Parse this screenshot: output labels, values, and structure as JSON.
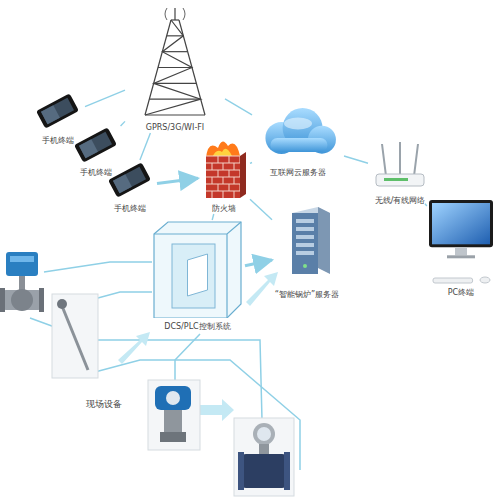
{
  "diagram": {
    "nodes": [
      {
        "text": [
          "手机终端"
        ]
      },
      {
        "text": [
          "手机终端"
        ]
      },
      {
        "text": [
          "手机终端"
        ]
      },
      {
        "text": [
          "GPRS/3G/WI-FI"
        ]
      },
      {
        "text": [
          "防火墙"
        ]
      },
      {
        "text": [
          "互联网云服务器"
        ]
      },
      {
        "text": [
          "无线/有线网络"
        ]
      },
      {
        "text": [
          "“智能锅炉”服务器"
        ]
      },
      {
        "text": [
          "PC终端"
        ]
      },
      {
        "text": [
          "DCS/PLC控制系统"
        ]
      }
    ],
    "edges": [
      {
        "from": 0,
        "to": 3,
        "arrow": "none"
      },
      {
        "from": 1,
        "to": 3,
        "arrow": "none"
      },
      {
        "from": 2,
        "to": 3,
        "arrow": "none"
      },
      {
        "from": 3,
        "to": 5,
        "arrow": "none"
      },
      {
        "from": 5,
        "to": 6,
        "arrow": "none"
      },
      {
        "from": 6,
        "to": 8,
        "arrow": "none"
      },
      {
        "from": 4,
        "to": 5,
        "arrow": "none"
      },
      {
        "from": 4,
        "to": 7,
        "arrow": "none"
      },
      {
        "from": 4,
        "to": 9,
        "arrow": "none"
      },
      {
        "from": 9,
        "to": 7,
        "arrow": "to"
      },
      {
        "from": 2,
        "to": 4,
        "arrow": "to"
      }
    ],
    "labels": [
      "现场设备"
    ]
  }
}
